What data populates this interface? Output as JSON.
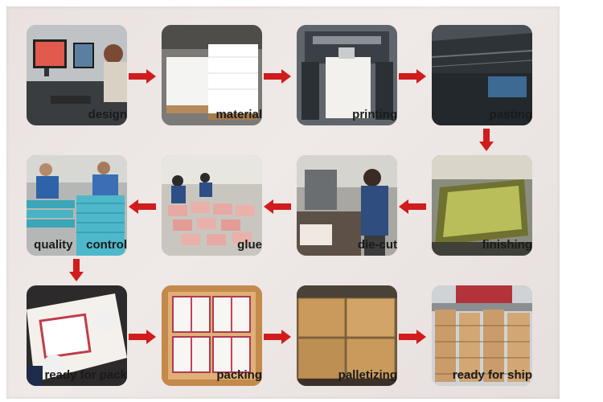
{
  "steps": [
    {
      "id": "design",
      "label": "design"
    },
    {
      "id": "material",
      "label": "material"
    },
    {
      "id": "printing",
      "label": "printing"
    },
    {
      "id": "pasting",
      "label": "pasting"
    },
    {
      "id": "finishing",
      "label": "finishing"
    },
    {
      "id": "die-cut",
      "label": "die-cut"
    },
    {
      "id": "glue",
      "label": "glue"
    },
    {
      "id": "quality-control",
      "label": "quality    control"
    },
    {
      "id": "ready-for-pack",
      "label": "ready for pack"
    },
    {
      "id": "packing",
      "label": "packing"
    },
    {
      "id": "palletizing",
      "label": "palletizing"
    },
    {
      "id": "ready-for-ship",
      "label": "ready for ship"
    }
  ],
  "colors": {
    "arrow": "#d01c1c",
    "background": "#ebe4e2",
    "label": "#1a1a1a"
  }
}
